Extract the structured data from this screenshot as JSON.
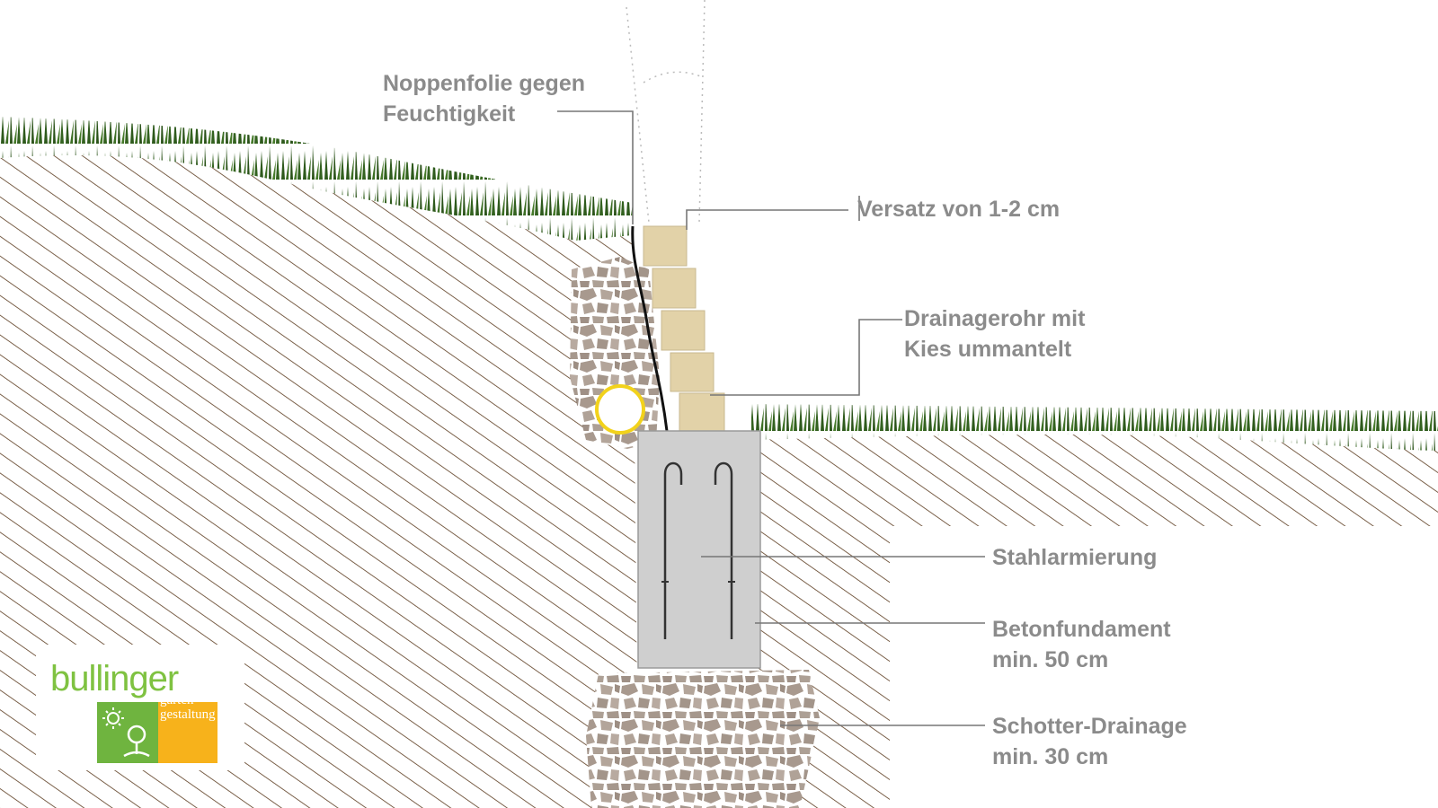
{
  "labels": {
    "noppenfolie": [
      "Noppenfolie gegen",
      "Feuchtigkeit"
    ],
    "versatz": "Versatz von 1-2 cm",
    "drainagerohr": [
      "Drainagerohr mit",
      "Kies ummantelt"
    ],
    "stahlarmierung": "Stahlarmierung",
    "betonfundament": [
      "Betonfundament",
      "min. 50 cm"
    ],
    "schotter": [
      "Schotter-Drainage",
      "min. 30 cm"
    ]
  },
  "logo": {
    "word": "bullinger",
    "sub": [
      "garten",
      "gestaltung"
    ]
  },
  "colors": {
    "label": "#8b8b8b",
    "hatch": "#5a3a1e",
    "grass": "#2e5a1c",
    "stone": "#a8998e",
    "wall_block": "#e2d2a8",
    "foundation": "#cfcfcf",
    "drain_pipe": "#f2d21b",
    "logo_green": "#6fb43f",
    "logo_yellow": "#f7b21b"
  }
}
